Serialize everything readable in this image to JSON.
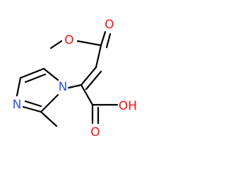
{
  "atoms": {
    "ester_O": "O",
    "carbonyl_O": "O",
    "N1": "N",
    "N3": "N",
    "OH": "OH"
  },
  "colors": {
    "bond": "#000000",
    "oxygen": "#ff0d0d",
    "nitrogen": "#3050f8",
    "background": "#ffffff"
  }
}
